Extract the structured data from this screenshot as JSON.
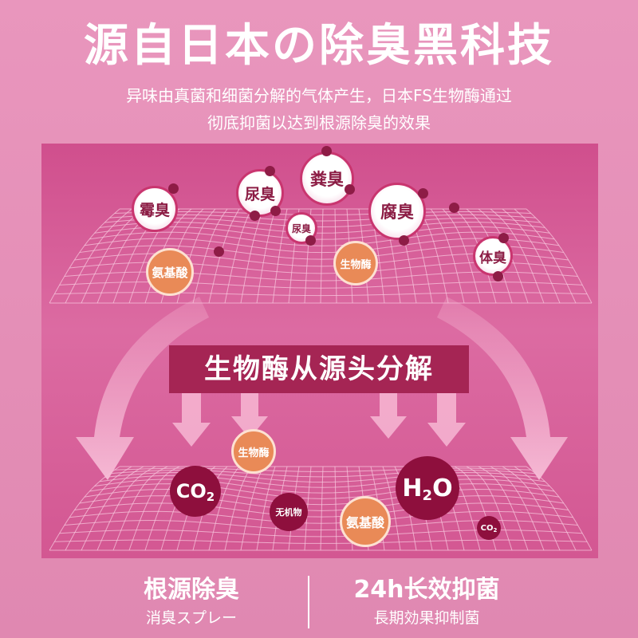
{
  "header": {
    "title": "源自日本の除臭黑科技",
    "subtitle_line1": "异味由真菌和细菌分解的气体产生，日本FS生物酶通过",
    "subtitle_line2": "彻底抑菌以达到根源除臭的效果"
  },
  "top_scene": {
    "odors": [
      "霉臭",
      "尿臭",
      "粪臭",
      "腐臭",
      "尿臭",
      "体臭"
    ],
    "products": [
      "氨基酸",
      "生物酶"
    ]
  },
  "banner": {
    "text": "生物酶从源头分解"
  },
  "bottom_scene": {
    "labels": [
      "生物酶",
      "CO",
      "2",
      "H",
      "2",
      "O",
      "无机物",
      "氨基酸",
      "CO",
      "2"
    ]
  },
  "footer": {
    "left_title": "根源除臭",
    "left_sub": "消臭スプレー",
    "right_title": "24h长效抑菌",
    "right_sub": "長期効果抑制菌"
  },
  "colors": {
    "background": "#e68db5",
    "panel": "#d35792",
    "banner": "#a52554",
    "odor_border": "#c9356f",
    "enzyme": "#e98a57",
    "dark_molecule": "#8e0f3d"
  }
}
